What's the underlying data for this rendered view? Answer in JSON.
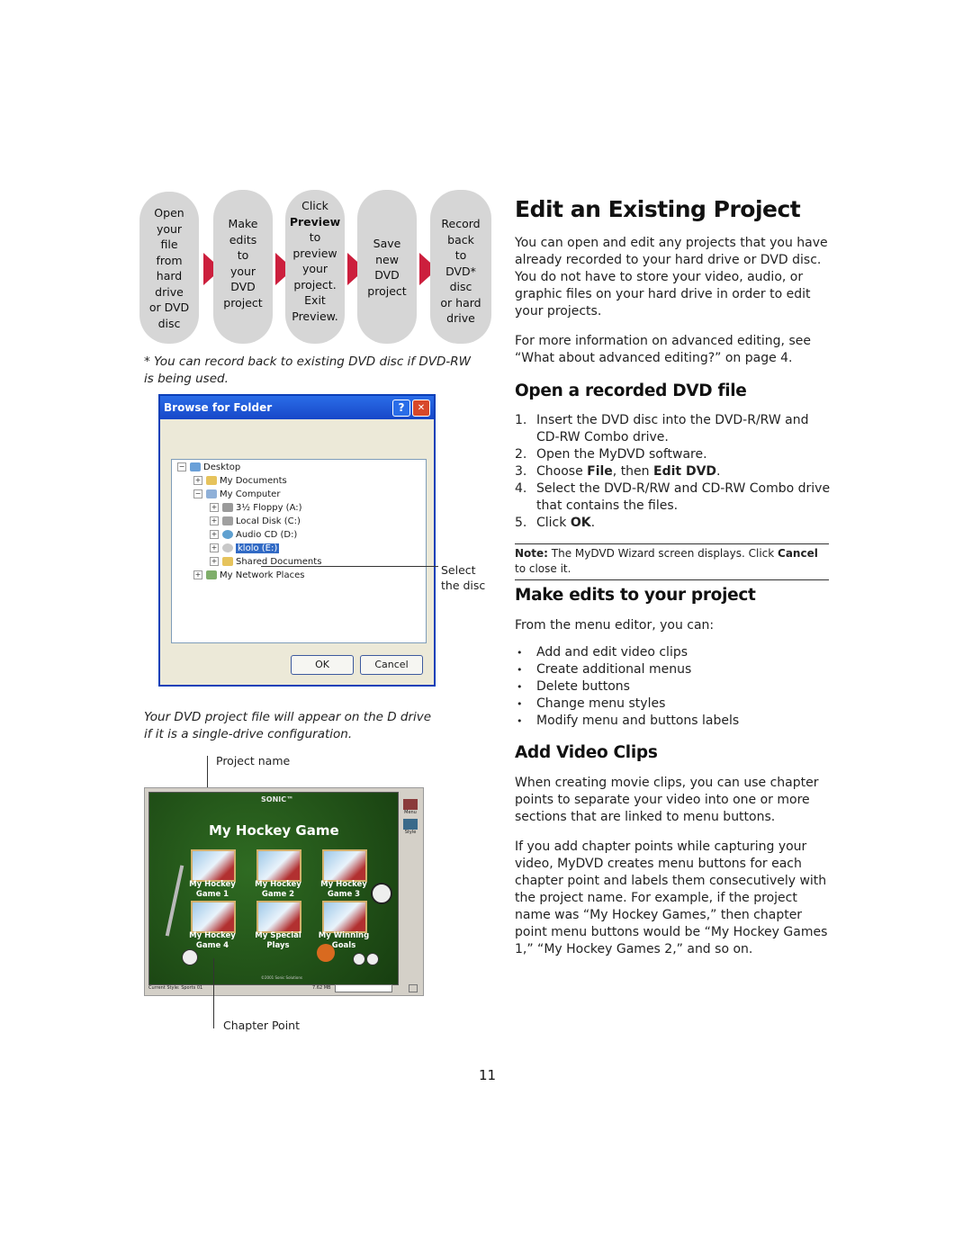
{
  "flow": [
    {
      "text": "Open\nyour\nfile\nfrom\nhard\ndrive\nor DVD\ndisc"
    },
    {
      "text": "Make\nedits\nto\nyour\nDVD\nproject"
    },
    {
      "pre": "Click",
      "bold": "Preview",
      "text": "to\npreview\nyour\nproject.\nExit\nPreview."
    },
    {
      "text": "Save\nnew\nDVD\nproject"
    },
    {
      "text": "Record\nback\nto\nDVD*\ndisc\nor hard\ndrive"
    }
  ],
  "footnote_star": "*",
  "footnote": "You can record back to existing DVD disc if DVD-RW is being used.",
  "dialog": {
    "title": "Browse for Folder",
    "help_btn": "?",
    "close_btn": "✕",
    "tree": [
      {
        "label": "Desktop",
        "pm": "⊟",
        "color": "#6aa0d8"
      },
      {
        "label": "My Documents",
        "pm": "+",
        "color": "#e6c35c"
      },
      {
        "label": "My Computer",
        "pm": "−",
        "color": "#8fb0d8"
      },
      {
        "label": "3½ Floppy (A:)",
        "pm": "+",
        "color": "#9a9a9a"
      },
      {
        "label": "Local Disk (C:)",
        "pm": "+",
        "color": "#a0a0a0"
      },
      {
        "label": "Audio CD (D:)",
        "pm": "+",
        "color": "#5fa0d0"
      },
      {
        "label": "klolo (E:)",
        "pm": "+",
        "color": "#c8c8c8"
      },
      {
        "label": "Shared Documents",
        "pm": "+",
        "color": "#e6c35c"
      },
      {
        "label": "My Network Places",
        "pm": "+",
        "color": "#7fae6a"
      }
    ],
    "ok": "OK",
    "cancel": "Cancel"
  },
  "select_callout": "Select\nthe disc",
  "caption2": "Your DVD project file will appear on the D drive if it is a single-drive configuration.",
  "project_name_label": "Project name",
  "chapter_point_label": "Chapter Point",
  "mydvd": {
    "brand": "SONIC™",
    "title": "My Hockey Game",
    "thumbs": [
      "My Hockey\nGame 1",
      "My Hockey\nGame 2",
      "My Hockey\nGame 3",
      "My Hockey\nGame 4",
      "My Special\nPlays",
      "My Winning\nGoals"
    ],
    "side": [
      "Menu",
      "Style"
    ],
    "status_left": "Current Style: Sports 01",
    "status_mid": "7.62 MB",
    "copyright": "©2001 Sonic Solutions"
  },
  "right": {
    "title": "Edit an Existing Project",
    "intro": "You can open and edit any projects that you have already recorded to your hard drive or DVD disc. You do not have to store your video, audio, or graphic files on your hard drive in order to edit your projects.",
    "more": "For more information on advanced editing, see “What about advanced editing?” on page 4.",
    "h_open": "Open a recorded DVD file",
    "steps": [
      {
        "n": "1.",
        "parts": [
          "Insert the DVD disc into the DVD-R/RW and CD-RW Combo drive."
        ]
      },
      {
        "n": "2.",
        "parts": [
          "Open the MyDVD software."
        ]
      },
      {
        "n": "3.",
        "parts": [
          "Choose ",
          "File",
          ", then ",
          "Edit DVD",
          "."
        ]
      },
      {
        "n": "4.",
        "parts": [
          "Select the DVD-R/RW and CD-RW Combo drive that contains the files."
        ]
      },
      {
        "n": "5.",
        "parts": [
          "Click ",
          "OK",
          "."
        ]
      }
    ],
    "note_label": "Note:",
    "note_text_a": " The MyDVD Wizard screen displays. Click ",
    "note_bold": "Cancel",
    "note_text_b": " to close it.",
    "h_edits": "Make edits to your project",
    "edits_intro": "From the menu editor, you can:",
    "bullets": [
      "Add and edit video clips",
      "Create additional menus",
      "Delete buttons",
      "Change menu styles",
      "Modify menu and buttons labels"
    ],
    "h_clips": "Add Video Clips",
    "clips_p1": "When creating movie clips, you can use chapter points to separate your video into one or more sections that are linked to menu buttons.",
    "clips_p2": "If you add chapter points while capturing your video, MyDVD creates menu buttons for each chapter point and labels them consecutively with the project name. For example, if the project name was “My Hockey Games,” then chapter point menu buttons would be “My Hockey Games 1,” “My Hockey Games 2,” and so on."
  },
  "page_number": "11"
}
